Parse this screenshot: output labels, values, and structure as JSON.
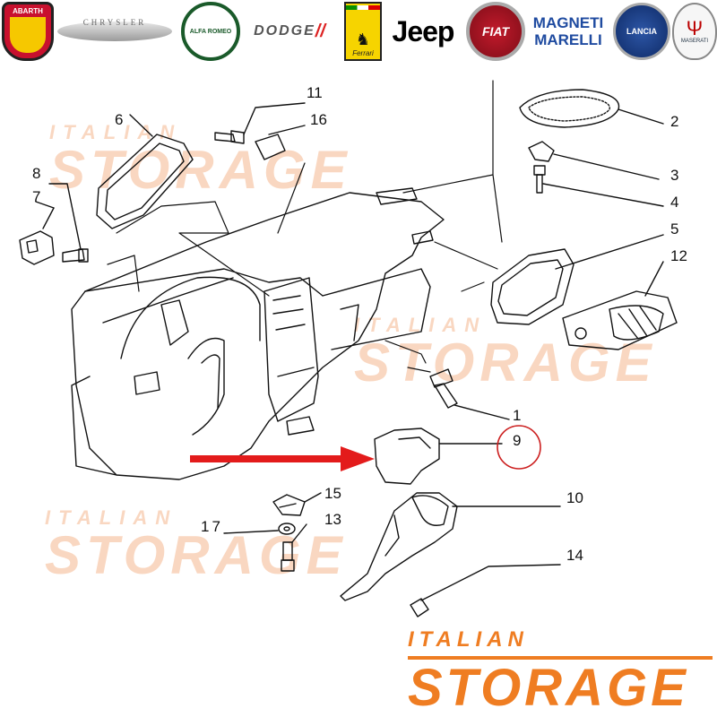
{
  "brands": {
    "abarth": "ABARTH",
    "chrysler": "CHRYSLER",
    "alfa_romeo": "ALFA ROMEO",
    "dodge": "DODGE",
    "ferrari": "Ferrari",
    "jeep": "Jeep",
    "fiat": "FIAT",
    "magneti_marelli_line1": "MAGNETI",
    "magneti_marelli_line2": "MARELLI",
    "lancia": "LANCIA",
    "maserati": "MASERATI"
  },
  "watermark": {
    "line1": "ITALIAN",
    "line2": "STORAGE"
  },
  "logo": {
    "line1": "ITALIAN",
    "line2": "STORAGE",
    "color": "#ef7d22"
  },
  "callouts": {
    "c1": "1",
    "c2": "2",
    "c3": "3",
    "c4": "4",
    "c5": "5",
    "c6": "6",
    "c7": "7",
    "c8": "8",
    "c9": "9",
    "c10": "10",
    "c11": "11",
    "c12": "12",
    "c13": "13",
    "c14": "14",
    "c15": "15",
    "c16": "16",
    "c17": "17"
  },
  "highlight": {
    "part": "9",
    "arrow_color": "#e31b1b",
    "circle_color": "#cc1f1f"
  }
}
